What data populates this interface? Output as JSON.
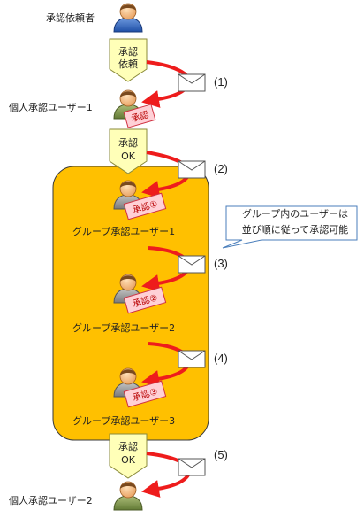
{
  "nodes": {
    "requester": "承認依頼者",
    "personal_1": "個人承認ユーザー1",
    "group_1": "グループ承認ユーザー1",
    "group_2": "グループ承認ユーザー2",
    "group_3": "グループ承認ユーザー3",
    "personal_2": "個人承認ユーザー2"
  },
  "chevrons": {
    "request_line1": "承認",
    "request_line2": "依頼",
    "ok1_line1": "承認",
    "ok1_line2": "OK",
    "ok2_line1": "承認",
    "ok2_line2": "OK"
  },
  "stamps": {
    "personal": "承認",
    "group_1": "承認①",
    "group_2": "承認②",
    "group_3": "承認③"
  },
  "steps": [
    "(1)",
    "(2)",
    "(3)",
    "(4)",
    "(5)"
  ],
  "note": {
    "line1": "グループ内のユーザーは",
    "line2": "並び順に従って承認可能"
  },
  "colors": {
    "group_fill": "#ffc000",
    "arrow": "#ee1c1c",
    "chevron_fill": "#ffffb8",
    "stamp_fill": "#ffd0d6",
    "note_border": "#4a7ebb"
  }
}
